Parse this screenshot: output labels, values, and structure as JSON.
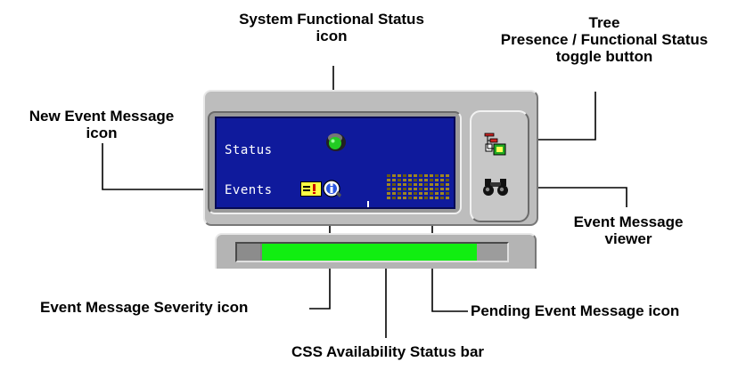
{
  "callouts": {
    "system_status": [
      "System Functional Status",
      "icon"
    ],
    "tree_toggle": [
      "Tree",
      "Presence / Functional Status",
      "toggle button"
    ],
    "new_event": [
      "New Event Message",
      "icon"
    ],
    "event_viewer": [
      "Event Message",
      "viewer"
    ],
    "severity": "Event Message Severity icon",
    "pending": "Pending Event Message icon",
    "css_bar": "CSS Availability Status bar"
  },
  "widget": {
    "status_label": "Status",
    "events_label": "Events",
    "status_color": "#22cc22",
    "screen_color": "#0f1a9c",
    "availability_color": "#11ee11",
    "icons": [
      "system-functional-status-icon",
      "new-event-message-icon",
      "event-message-severity-icon",
      "pending-event-message-icon",
      "tree-toggle-icon",
      "binoculars-icon"
    ]
  },
  "availability_bar": {
    "fraction": 0.78
  }
}
